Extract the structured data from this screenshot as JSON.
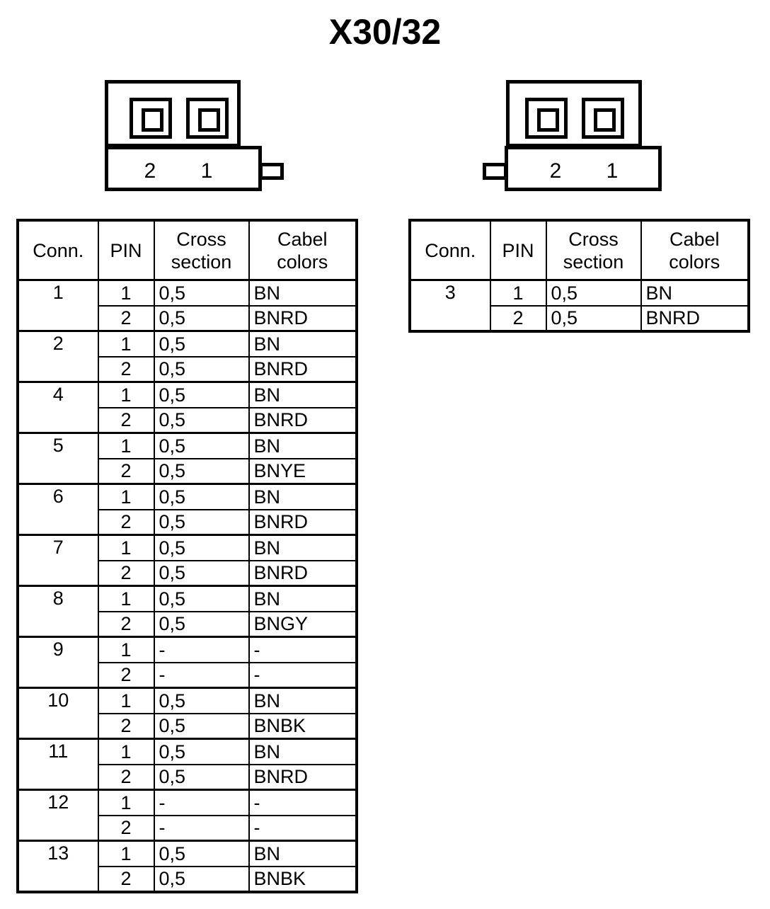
{
  "page": {
    "title": "X30/32"
  },
  "connectors": [
    {
      "id": "connector-left",
      "tab_side": "right",
      "pin_labels": [
        "2",
        "1"
      ]
    },
    {
      "id": "connector-right",
      "tab_side": "left",
      "pin_labels": [
        "2",
        "1"
      ]
    }
  ],
  "tables": {
    "left": {
      "headers": [
        "Conn.",
        "PIN",
        "Cross\nsection",
        "Cabel\ncolors"
      ],
      "header_conn": "Conn.",
      "header_pin": "PIN",
      "header_cross_line1": "Cross",
      "header_cross_line2": "section",
      "header_cabel_line1": "Cabel",
      "header_cabel_line2": "colors",
      "groups": [
        {
          "conn": "1",
          "rows": [
            {
              "pin": "1",
              "cross": "0,5",
              "cabel": "BN"
            },
            {
              "pin": "2",
              "cross": "0,5",
              "cabel": "BNRD"
            }
          ]
        },
        {
          "conn": "2",
          "rows": [
            {
              "pin": "1",
              "cross": "0,5",
              "cabel": "BN"
            },
            {
              "pin": "2",
              "cross": "0,5",
              "cabel": "BNRD"
            }
          ]
        },
        {
          "conn": "4",
          "rows": [
            {
              "pin": "1",
              "cross": "0,5",
              "cabel": "BN"
            },
            {
              "pin": "2",
              "cross": "0,5",
              "cabel": "BNRD"
            }
          ]
        },
        {
          "conn": "5",
          "rows": [
            {
              "pin": "1",
              "cross": "0,5",
              "cabel": "BN"
            },
            {
              "pin": "2",
              "cross": "0,5",
              "cabel": "BNYE"
            }
          ]
        },
        {
          "conn": "6",
          "rows": [
            {
              "pin": "1",
              "cross": "0,5",
              "cabel": "BN"
            },
            {
              "pin": "2",
              "cross": "0,5",
              "cabel": "BNRD"
            }
          ]
        },
        {
          "conn": "7",
          "rows": [
            {
              "pin": "1",
              "cross": "0,5",
              "cabel": "BN"
            },
            {
              "pin": "2",
              "cross": "0,5",
              "cabel": "BNRD"
            }
          ]
        },
        {
          "conn": "8",
          "rows": [
            {
              "pin": "1",
              "cross": "0,5",
              "cabel": "BN"
            },
            {
              "pin": "2",
              "cross": "0,5",
              "cabel": "BNGY"
            }
          ]
        },
        {
          "conn": "9",
          "rows": [
            {
              "pin": "1",
              "cross": "-",
              "cabel": "-"
            },
            {
              "pin": "2",
              "cross": "-",
              "cabel": "-"
            }
          ]
        },
        {
          "conn": "10",
          "rows": [
            {
              "pin": "1",
              "cross": "0,5",
              "cabel": "BN"
            },
            {
              "pin": "2",
              "cross": "0,5",
              "cabel": "BNBK"
            }
          ]
        },
        {
          "conn": "11",
          "rows": [
            {
              "pin": "1",
              "cross": "0,5",
              "cabel": "BN"
            },
            {
              "pin": "2",
              "cross": "0,5",
              "cabel": "BNRD"
            }
          ]
        },
        {
          "conn": "12",
          "rows": [
            {
              "pin": "1",
              "cross": "-",
              "cabel": "-"
            },
            {
              "pin": "2",
              "cross": "-",
              "cabel": "-"
            }
          ]
        },
        {
          "conn": "13",
          "rows": [
            {
              "pin": "1",
              "cross": "0,5",
              "cabel": "BN"
            },
            {
              "pin": "2",
              "cross": "0,5",
              "cabel": "BNBK"
            }
          ]
        }
      ]
    },
    "right": {
      "header_conn": "Conn.",
      "header_pin": "PIN",
      "header_cross_line1": "Cross",
      "header_cross_line2": "section",
      "header_cabel_line1": "Cabel",
      "header_cabel_line2": "colors",
      "groups": [
        {
          "conn": "3",
          "rows": [
            {
              "pin": "1",
              "cross": "0,5",
              "cabel": "BN"
            },
            {
              "pin": "2",
              "cross": "0,5",
              "cabel": "BNRD"
            }
          ]
        }
      ]
    }
  },
  "colors": {
    "stroke": "#000000",
    "background": "#ffffff"
  }
}
